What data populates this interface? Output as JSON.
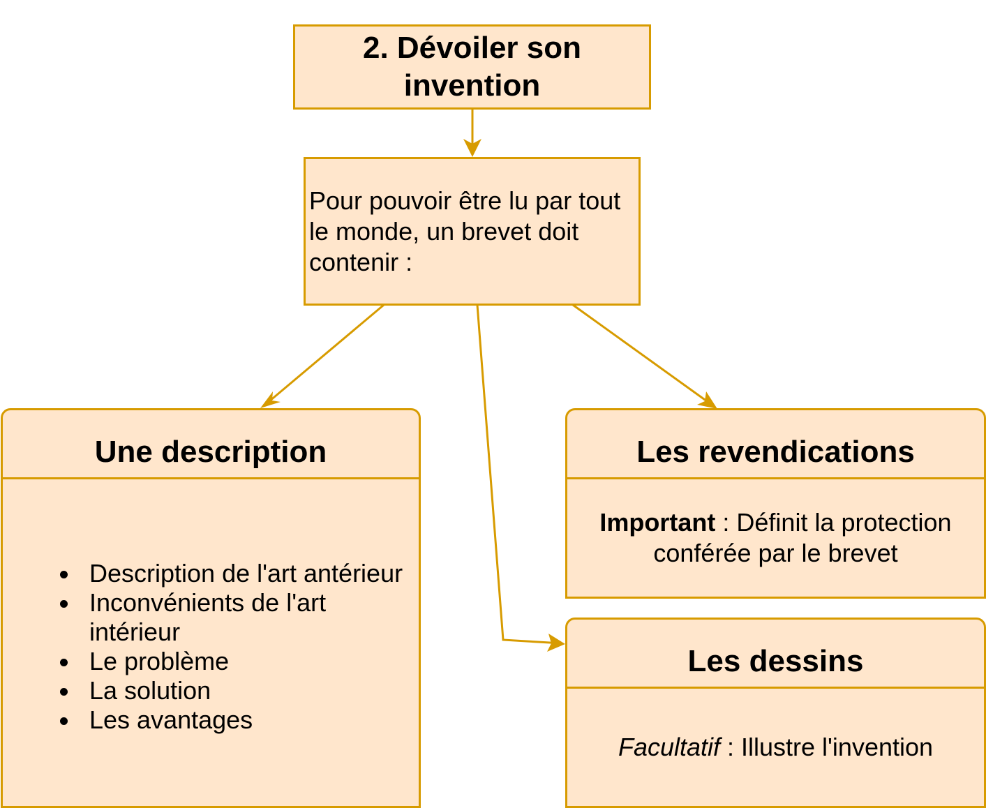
{
  "title": "2. Dévoiler son invention",
  "intro": "Pour pouvoir être lu par tout le monde, un brevet doit contenir :",
  "description": {
    "heading": "Une description",
    "items": [
      "Description de l'art antérieur",
      "Inconvénients de l'art intérieur",
      "Le problème",
      "La solution",
      "Les avantages"
    ]
  },
  "revendications": {
    "heading": "Les revendications",
    "emphasis": "Important",
    "text": " : Définit la protection conférée par le brevet"
  },
  "dessins": {
    "heading": "Les dessins",
    "emphasis": "Facultatif",
    "text": " : Illustre l'invention"
  },
  "colors": {
    "fill": "#ffe6cc",
    "stroke": "#d79b00"
  }
}
